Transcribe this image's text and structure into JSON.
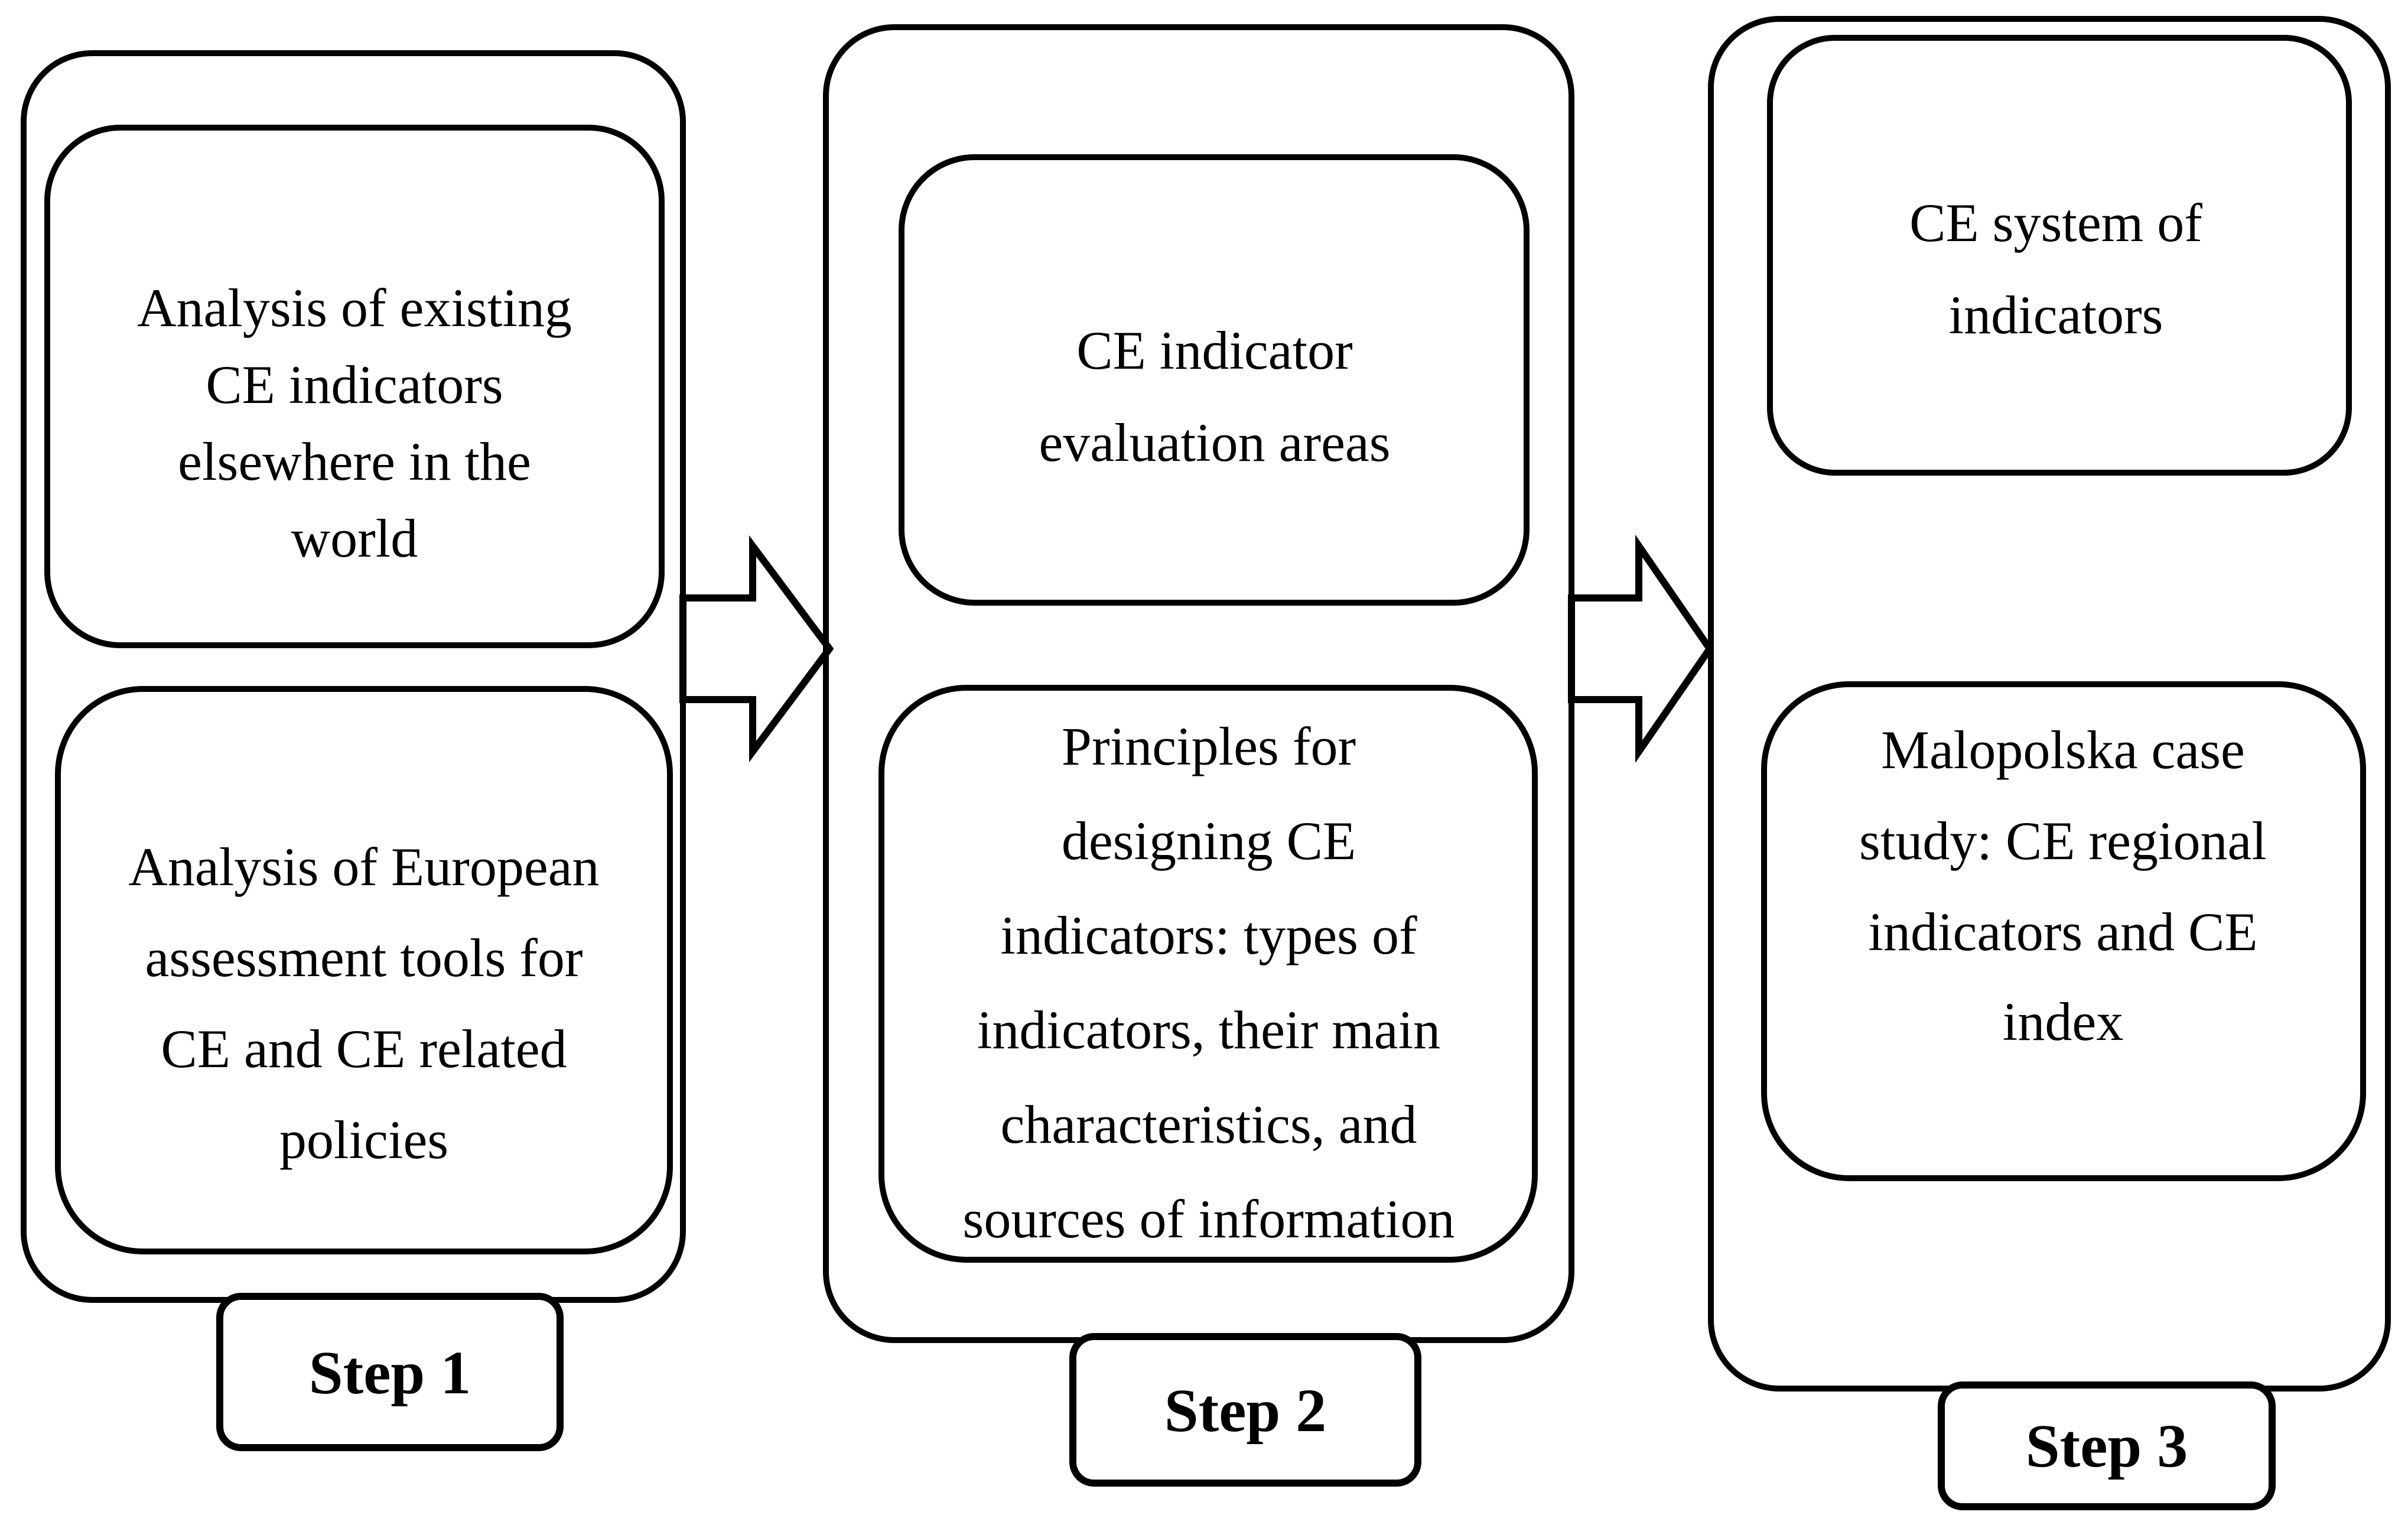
{
  "diagram": {
    "background_color": "#ffffff",
    "line_color": "#000000",
    "columns": [
      {
        "step_label": "Step 1",
        "boxes": [
          {
            "lines": [
              "Analysis of existing",
              "CE indicators",
              "elsewhere in the",
              "world"
            ]
          },
          {
            "lines": [
              "Analysis of European",
              "assessment tools for",
              "CE and CE related",
              "policies"
            ]
          }
        ]
      },
      {
        "step_label": "Step 2",
        "boxes": [
          {
            "lines": [
              "CE indicator",
              "evaluation areas"
            ]
          },
          {
            "lines": [
              "Principles for",
              "designing CE",
              "indicators: types of",
              "indicators, their main",
              "characteristics, and",
              "sources of information"
            ]
          }
        ]
      },
      {
        "step_label": "Step 3",
        "boxes": [
          {
            "lines": [
              "CE system of",
              "indicators"
            ]
          },
          {
            "lines": [
              "Malopolska case",
              "study: CE regional",
              "indicators and CE",
              "index"
            ]
          }
        ]
      }
    ],
    "arrows": [
      {
        "name": "arrow-step1-to-step2",
        "direction": "right"
      },
      {
        "name": "arrow-step2-to-step3",
        "direction": "right"
      }
    ]
  }
}
